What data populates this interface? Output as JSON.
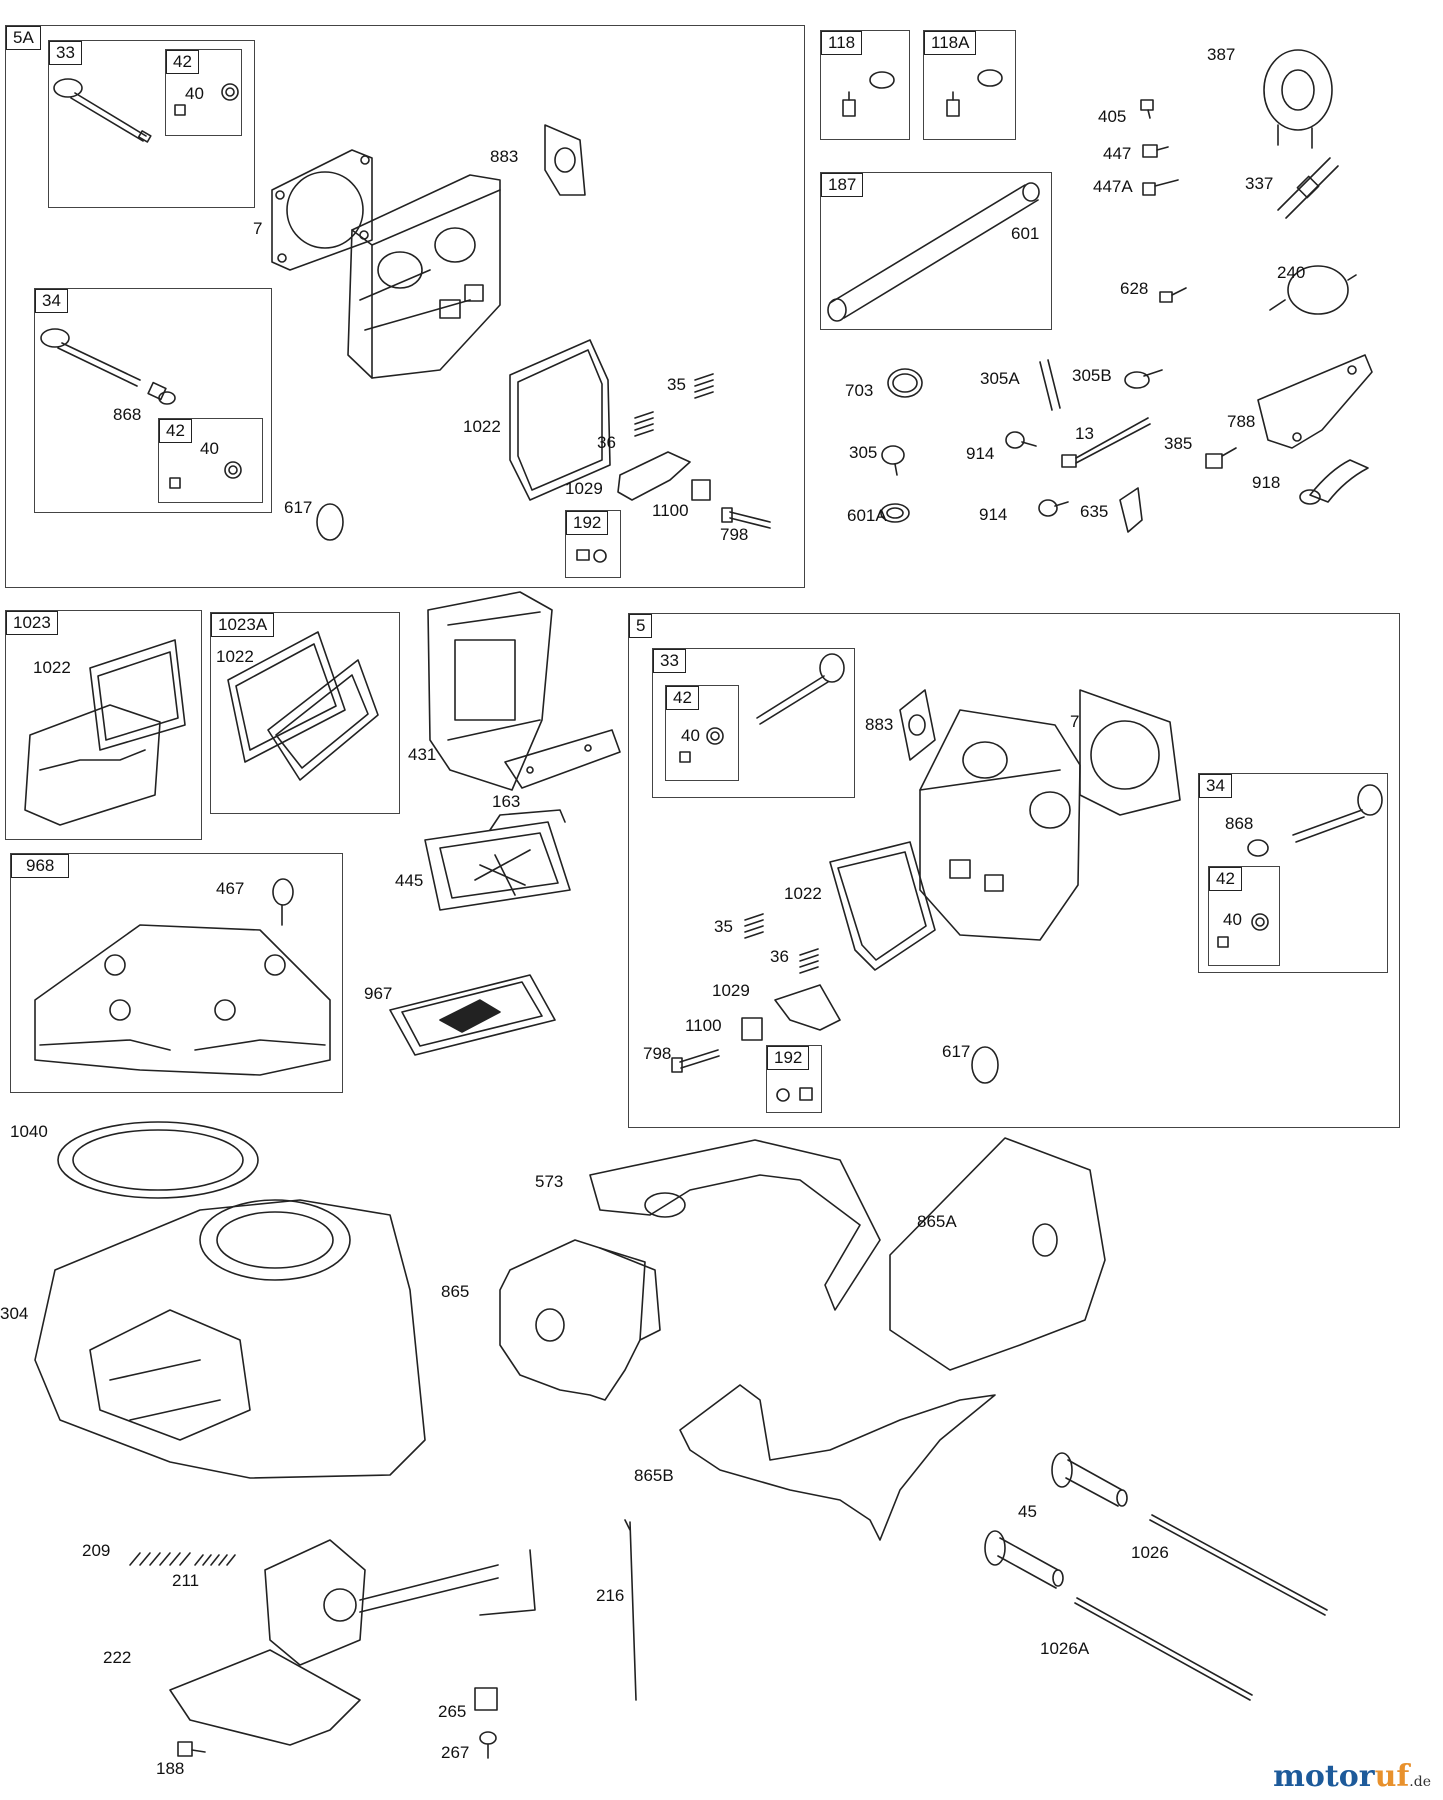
{
  "brand": {
    "main": "motor",
    "accent": "uf",
    "suffix": ".de"
  },
  "boxes": [
    {
      "id": "5A",
      "label": "5A"
    },
    {
      "id": "33a",
      "label": "33"
    },
    {
      "id": "42a",
      "label": "42"
    },
    {
      "id": "34a",
      "label": "34"
    },
    {
      "id": "42b",
      "label": "42"
    },
    {
      "id": "192a",
      "label": "192"
    },
    {
      "id": "118",
      "label": "118"
    },
    {
      "id": "118A",
      "label": "118A"
    },
    {
      "id": "187",
      "label": "187"
    },
    {
      "id": "1023",
      "label": "1023"
    },
    {
      "id": "1023A",
      "label": "1023A"
    },
    {
      "id": "968",
      "label": "968"
    },
    {
      "id": "5",
      "label": "5"
    },
    {
      "id": "33b",
      "label": "33"
    },
    {
      "id": "42c",
      "label": "42"
    },
    {
      "id": "34b",
      "label": "34"
    },
    {
      "id": "42d",
      "label": "42"
    },
    {
      "id": "192b",
      "label": "192"
    }
  ],
  "labels": [
    "40",
    "883",
    "7",
    "868",
    "40",
    "1022",
    "35",
    "36",
    "1029",
    "1100",
    "798",
    "617",
    "387",
    "405",
    "447",
    "447A",
    "337",
    "601",
    "628",
    "240",
    "703",
    "305A",
    "305B",
    "788",
    "305",
    "914",
    "13",
    "385",
    "918",
    "601A",
    "914",
    "635",
    "1022",
    "1022",
    "431",
    "163",
    "445",
    "467",
    "967",
    "40",
    "883",
    "7",
    "868",
    "40",
    "1022",
    "35",
    "36",
    "1029",
    "1100",
    "798",
    "617",
    "1040",
    "304",
    "865",
    "573",
    "865A",
    "865B",
    "45",
    "1026",
    "1026A",
    "209",
    "211",
    "222",
    "216",
    "265",
    "267",
    "188"
  ]
}
